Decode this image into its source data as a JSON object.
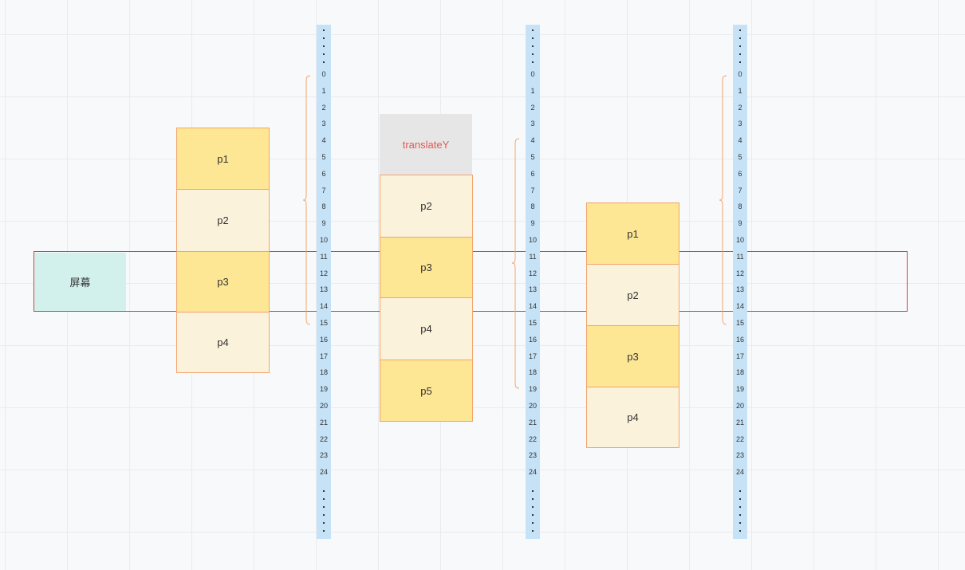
{
  "screen_label": "屏幕",
  "translate_label": "translateY",
  "ruler_ticks": [
    "0",
    "1",
    "2",
    "3",
    "4",
    "5",
    "6",
    "7",
    "8",
    "9",
    "10",
    "11",
    "12",
    "13",
    "14",
    "15",
    "16",
    "17",
    "18",
    "19",
    "20",
    "21",
    "22",
    "23",
    "24"
  ],
  "columns": {
    "first": [
      "p1",
      "p2",
      "p3",
      "p4"
    ],
    "second": [
      "p2",
      "p3",
      "p4",
      "p5"
    ],
    "third": [
      "p1",
      "p2",
      "p3",
      "p4"
    ]
  },
  "colors": {
    "item_dark": "#fde694",
    "item_light": "#faf2da",
    "item_border": "#f5a36b",
    "ruler": "#c5e2f7",
    "screen_fill": "#d2f1ec",
    "screen_frame": "#e53935",
    "translate_fill": "#e6e6e6",
    "translate_text": "#e8574f"
  }
}
